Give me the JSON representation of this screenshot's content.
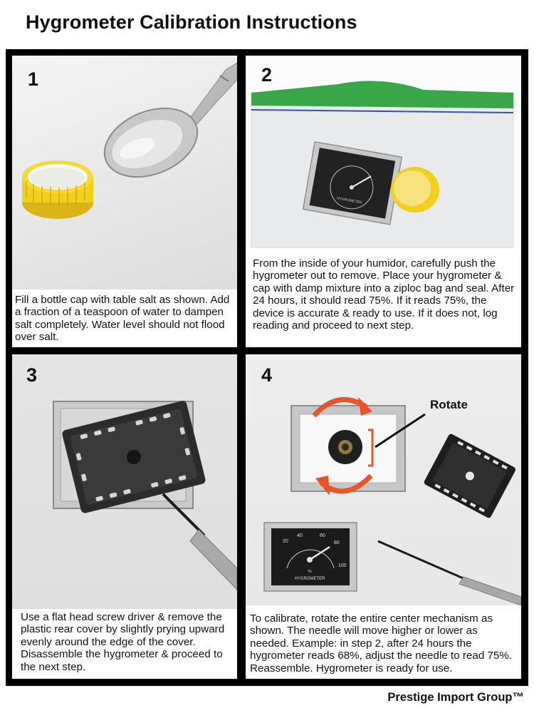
{
  "title": "Hygrometer Calibration Instructions",
  "brand": "Prestige Import Group™",
  "steps": [
    {
      "number": "1",
      "text": "Fill a bottle cap with table salt as shown.  Add a fraction of a teaspoon of water to dampen salt completely. Water level should not flood over salt."
    },
    {
      "number": "2",
      "text": "From the inside of your humidor, carefully push the hygrometer out to remove.  Place your hygrometer & cap with damp mixture into a ziploc bag and seal.  After 24 hours, it should read 75%.  If it reads 75%, the device is accurate & ready to use.  If it does not, log reading and proceed to next step."
    },
    {
      "number": "3",
      "text": "Use a flat head screw driver & remove the plastic rear cover by slightly prying upward evenly around the edge of the cover.  Disassemble the hygrometer & proceed to the next step."
    },
    {
      "number": "4",
      "text": "To calibrate, rotate the entire center mechanism as shown. The needle will move higher or lower as needed. Example: in step 2, after 24 hours the hygrometer reads 68%, adjust the needle to read 75%. Reassemble. Hygrometer is ready for use.",
      "annotation": "Rotate"
    }
  ],
  "gauge": {
    "scale": [
      "20",
      "40",
      "60",
      "80",
      "100"
    ],
    "label": "HYGROMETER",
    "unit": "%"
  },
  "colors": {
    "frame": "#000000",
    "bag_zip": "#3aa64a",
    "cap": "#f1cf1c",
    "arrow": "#e8532a"
  }
}
